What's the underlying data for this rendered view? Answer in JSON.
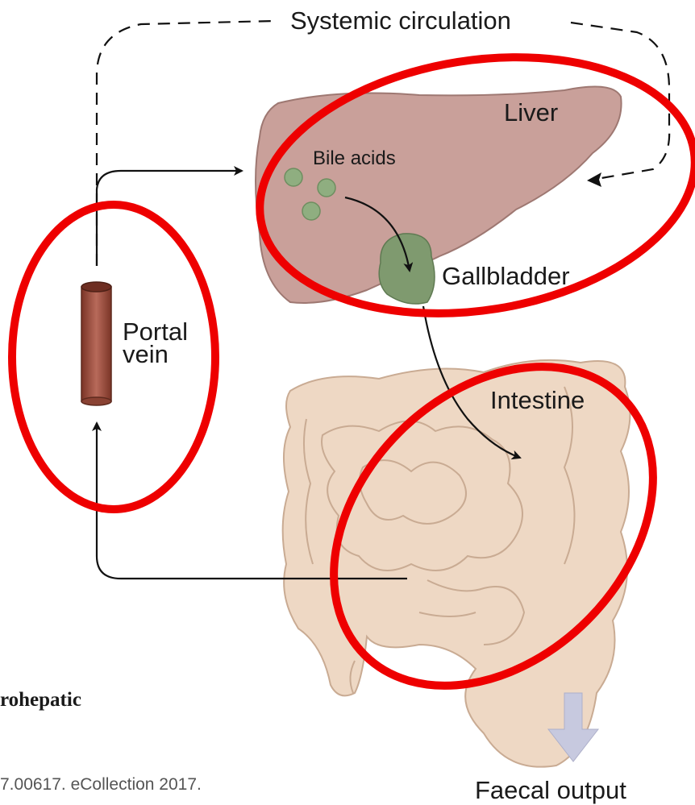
{
  "diagram": {
    "labels": {
      "systemic_circulation": "Systemic circulation",
      "liver": "Liver",
      "bile_acids": "Bile acids",
      "gallbladder": "Gallbladder",
      "portal_vein_line1": "Portal",
      "portal_vein_line2": "vein",
      "intestine": "Intestine",
      "faecal_output": "Faecal output"
    },
    "colors": {
      "liver": "#c9a09a",
      "liver_stroke": "#9e7872",
      "gallbladder": "#7f9a6f",
      "bile_acid": "#8fae80",
      "vein": "#a0584a",
      "vein_top": "#6e2e22",
      "intestine": "#eed8c4",
      "intestine_stroke": "#c9ab93",
      "highlight": "#ee0000",
      "faecal_arrow": "#c7c9df"
    }
  },
  "caption": {
    "title_fragment": "rohepatic",
    "reference_fragment": "7.00617. eCollection 2017."
  }
}
